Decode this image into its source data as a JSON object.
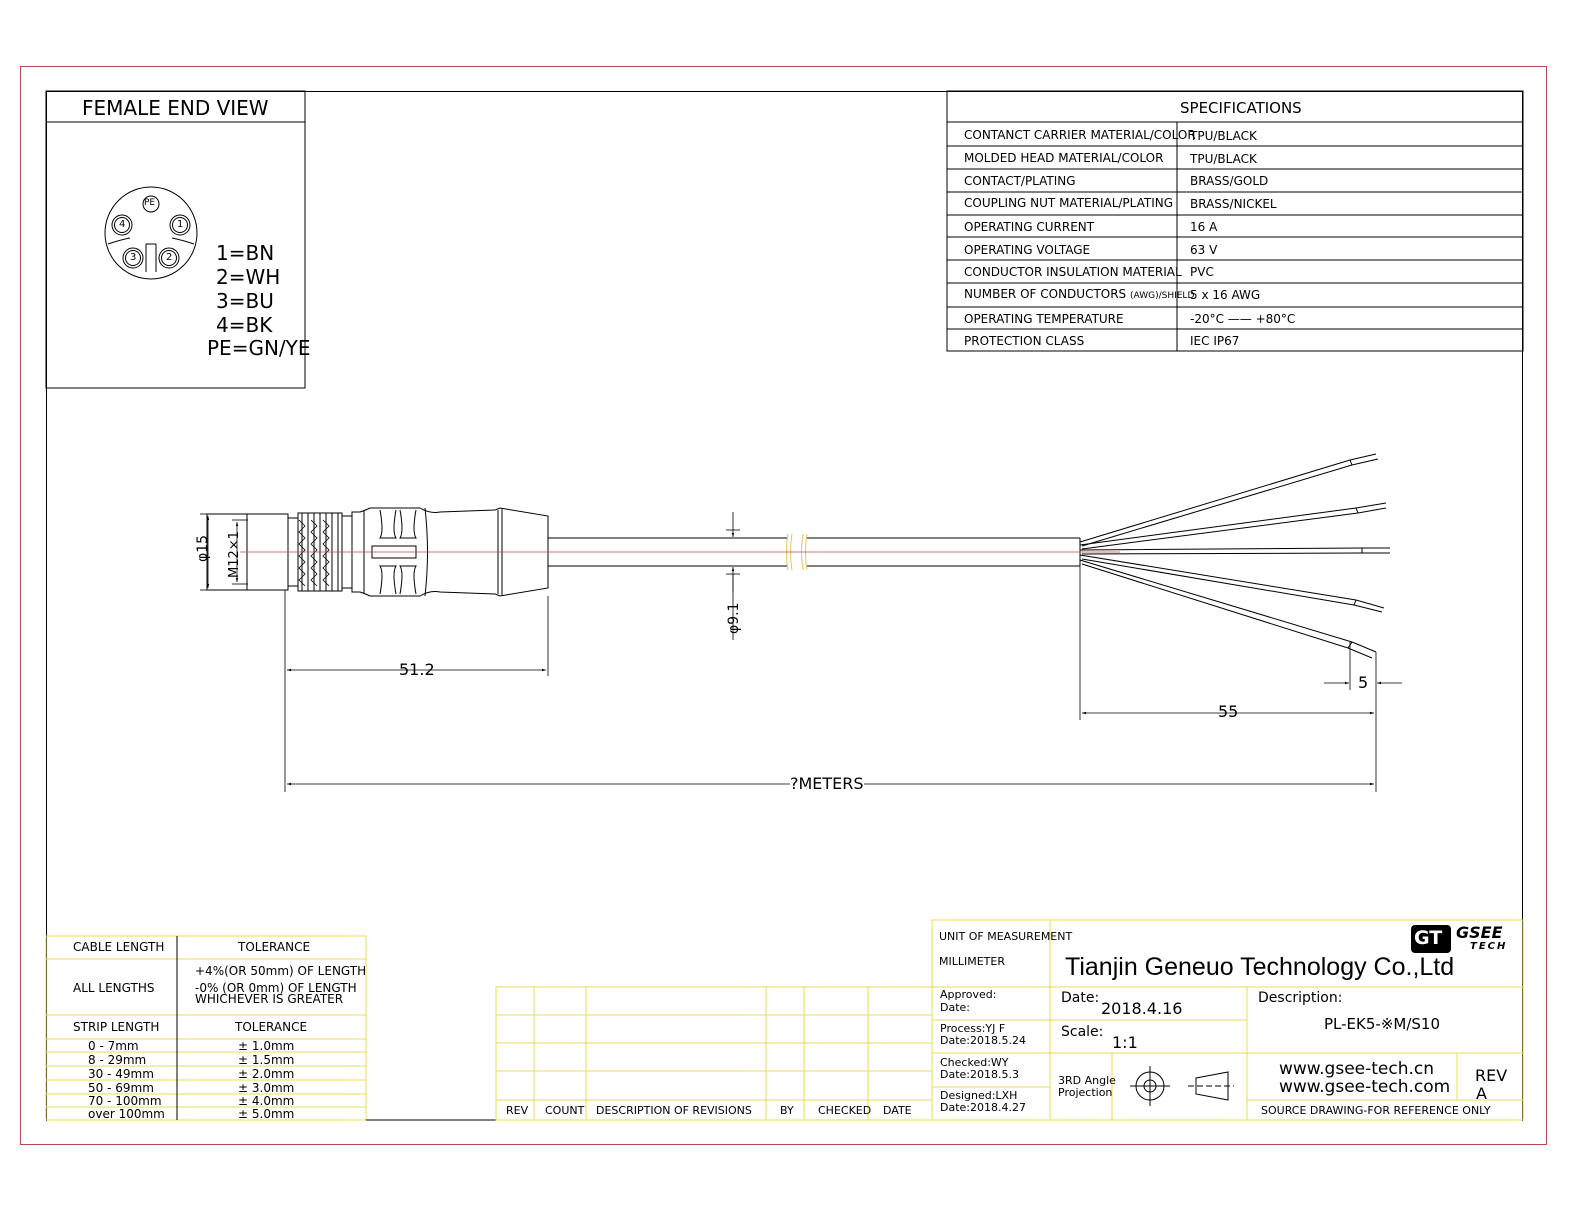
{
  "female_end_view": {
    "title": "FEMALE END VIEW",
    "pins": {
      "pe": "PE",
      "p1": "1",
      "p2": "2",
      "p3": "3",
      "p4": "4"
    },
    "wires": [
      "1=BN",
      "2=WH",
      "3=BU",
      "4=BK",
      "PE=GN/YE"
    ]
  },
  "specifications": {
    "title": "SPECIFICATIONS",
    "rows": [
      {
        "label": "CONTANCT CARRIER MATERIAL/COLOR",
        "value": "TPU/BLACK"
      },
      {
        "label": "MOLDED HEAD MATERIAL/COLOR",
        "value": "TPU/BLACK"
      },
      {
        "label": "CONTACT/PLATING",
        "value": "BRASS/GOLD"
      },
      {
        "label": "COUPLING NUT MATERIAL/PLATING",
        "value": "BRASS/NICKEL"
      },
      {
        "label": "OPERATING CURRENT",
        "value": "16 A"
      },
      {
        "label": "OPERATING VOLTAGE",
        "value": "63 V"
      },
      {
        "label": "CONDUCTOR INSULATION MATERIAL",
        "value": "PVC"
      },
      {
        "label": "NUMBER OF CONDUCTORS",
        "label_suffix": "(AWG)/SHIELD",
        "value": "5 x 16 AWG"
      },
      {
        "label": "OPERATING TEMPERATURE",
        "value": "-20°C —— +80°C"
      },
      {
        "label": "PROTECTION CLASS",
        "value": "IEC  IP67"
      }
    ]
  },
  "dimensions": {
    "head_diameter": "φ15",
    "thread": "M12×1",
    "cable_diameter": "φ9.1",
    "head_length": "51.2",
    "strip_length_long": "55",
    "strip_length_short": "5",
    "total_length": "?METERS"
  },
  "tolerance_table": {
    "cable_length_header": "CABLE LENGTH",
    "tolerance_header": "TOLERANCE",
    "all_lengths": "ALL LENGTHS",
    "all_lengths_tol": [
      "+4%(OR 50mm) OF LENGTH",
      "-0%  (OR 0mm)   OF LENGTH",
      "WHICHEVER  IS  GREATER"
    ],
    "strip_length_header": "STRIP LENGTH",
    "strip_tolerance_header": "TOLERANCE",
    "strip_rows": [
      {
        "range": "0 - 7mm",
        "tol": "± 1.0mm"
      },
      {
        "range": "8 - 29mm",
        "tol": "± 1.5mm"
      },
      {
        "range": "30 - 49mm",
        "tol": "± 2.0mm"
      },
      {
        "range": "50 - 69mm",
        "tol": "± 3.0mm"
      },
      {
        "range": "70 - 100mm",
        "tol": "± 4.0mm"
      },
      {
        "range": "over 100mm",
        "tol": "± 5.0mm"
      }
    ]
  },
  "revisions": {
    "headers": [
      "REV",
      "COUNT",
      "DESCRIPTION  OF  REVISIONS",
      "BY",
      "CHECKED",
      "DATE"
    ]
  },
  "title_block": {
    "unit_label": "UNIT OF MEASUREMENT",
    "unit_value": "MILLIMETER",
    "logo_mark": "GT",
    "logo_top": "GSEE",
    "logo_bottom": "TECH",
    "company": "Tianjin Geneuo Technology Co.,Ltd",
    "approved": "Approved:",
    "approved_date": "Date:",
    "date_label": "Date:",
    "date_value": "2018.4.16",
    "description_label": "Description:",
    "description_value": "PL-EK5-※M/S10",
    "process": "Process:YJ F",
    "process_date": "Date:2018.5.24",
    "scale_label": "Scale:",
    "scale_value": "1:1",
    "checked": "Checked:WY",
    "checked_date": "Date:2018.5.3",
    "projection_1": "3RD Angle",
    "projection_2": "Projection",
    "designed": "Designed:LXH",
    "designed_date": "Date:2018.4.27",
    "website_1": "www.gsee-tech.cn",
    "website_2": "www.gsee-tech.com",
    "rev_label": "REV",
    "rev_value": "A",
    "source_note": "SOURCE DRAWING-FOR REFERENCE ONLY"
  }
}
